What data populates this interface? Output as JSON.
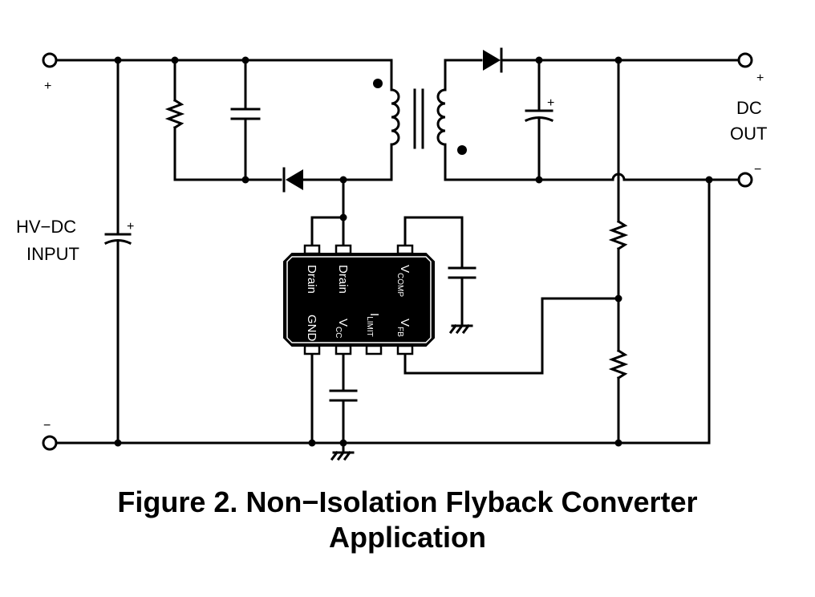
{
  "caption": {
    "line1": "Figure 2. Non−Isolation Flyback Converter",
    "line2": "Application"
  },
  "labels": {
    "input_plus": "+",
    "input_minus": "−",
    "input_name_1": "HV−DC",
    "input_name_2": "INPUT",
    "output_plus": "+",
    "output_minus": "−",
    "output_name_1": "DC",
    "output_name_2": "OUT",
    "input_cap_polarity": "+",
    "output_cap_polarity": "+"
  },
  "ic_pins": {
    "top": [
      {
        "main": "Drain",
        "sub": ""
      },
      {
        "main": "Drain",
        "sub": ""
      },
      {
        "main": "V",
        "sub": "COMP"
      }
    ],
    "bottom": [
      {
        "main": "GND",
        "sub": ""
      },
      {
        "main": "V",
        "sub": "CC"
      },
      {
        "main": "I",
        "sub": "LIMIT"
      },
      {
        "main": "V",
        "sub": "FB"
      }
    ]
  }
}
